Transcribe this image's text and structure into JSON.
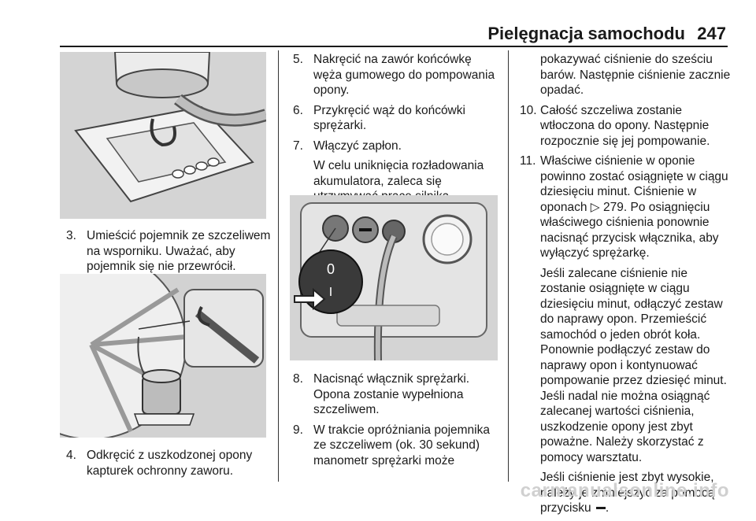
{
  "header": {
    "title": "Pielęgnacja samochodu",
    "page": "247"
  },
  "col1": {
    "item3": {
      "num": "3.",
      "text": "Umieścić pojemnik ze szczeliwem na wsporniku. Uważać, aby pojemnik się nie przewrócił."
    },
    "item4": {
      "num": "4.",
      "text": "Odkręcić z uszkodzonej opony kapturek ochronny zaworu."
    }
  },
  "col2": {
    "item5": {
      "num": "5.",
      "text": "Nakręcić na zawór końcówkę węża gumowego do pompowania opony."
    },
    "item6": {
      "num": "6.",
      "text": "Przykręcić wąż do końcówki sprężarki."
    },
    "item7": {
      "num": "7.",
      "text": "Włączyć zapłon.",
      "sub": "W celu uniknięcia rozładowania akumulatora, zaleca się utrzymywać pracę silnika."
    },
    "fig_labels": {
      "zero": "0",
      "one": "I"
    },
    "item8": {
      "num": "8.",
      "text": "Nacisnąć włącznik sprężarki. Opona zostanie wypełniona szczeliwem."
    },
    "item9": {
      "num": "9.",
      "text": "W trakcie opróżniania pojemnika ze szczeliwem (ok. 30 sekund) manometr sprężarki może"
    }
  },
  "col3": {
    "cont": "pokazywać ciśnienie do sześciu barów. Następnie ciśnienie zacznie opadać.",
    "item10": {
      "num": "10.",
      "text": "Całość szczeliwa zostanie wtłoczona do opony. Następnie rozpocznie się jej pompowanie."
    },
    "item11": {
      "num": "11.",
      "text_before_ref": "Właściwe ciśnienie w oponie powinno zostać osiągnięte w ciągu dziesięciu minut. Ciśnienie w oponach",
      "ref_icon": "page-reference-arrow-icon",
      "ref_page": "279",
      "text_after_ref": ". Po osiągnięciu właściwego ciśnienia ponownie nacisnąć przycisk włącznika, aby wyłączyć sprężarkę.",
      "para2": "Jeśli zalecane ciśnienie nie zostanie osiągnięte w ciągu dziesięciu minut, odłączyć zestaw do naprawy opon. Przemieścić samochód o jeden obrót koła. Ponownie podłączyć zestaw do naprawy opon i kontynuować pompowanie przez dziesięć minut. Jeśli nadal nie można osiągnąć zalecanej wartości ciśnienia, uszkodzenie opony jest zbyt poważne. Należy skorzystać z pomocy warsztatu.",
      "para3": "Jeśli ciśnienie jest zbyt wysokie, należy je zmniejszyć za pomocą przycisku",
      "para3_end": "."
    }
  },
  "watermark": "carmanualsonline.info"
}
